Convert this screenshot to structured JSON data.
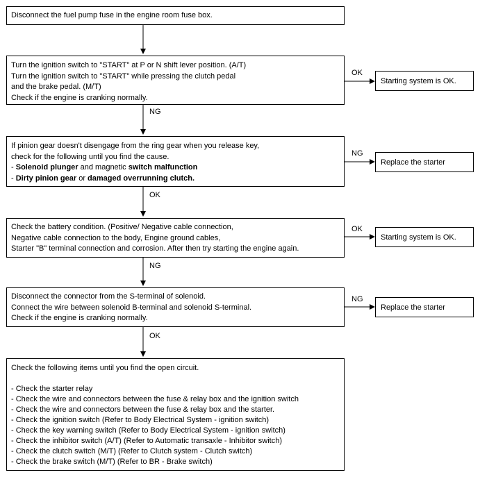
{
  "steps": {
    "s1": {
      "lines": [
        "Disconnect the fuel pump fuse in the engine room fuse box."
      ]
    },
    "s2": {
      "lines": [
        "Turn the ignition switch to \"START\" at P or N shift lever position. (A/T)",
        "Turn the ignition switch to \"START\" while pressing the clutch pedal",
        "and the brake pedal. (M/T)",
        "Check if the engine is cranking normally."
      ]
    },
    "s3": {
      "line1": "If pinion gear doesn't disengage from the ring gear when you release key,",
      "line2": "check for the following until you find the cause.",
      "line3": {
        "prefix": "- ",
        "bold1": "Solenoid plunger",
        "mid": " and magnetic ",
        "bold2": "switch malfunction"
      },
      "line4": {
        "prefix": "- ",
        "bold1": "Dirty pinion gear",
        "mid": " or ",
        "bold2": "damaged overrunning clutch."
      }
    },
    "s4": {
      "lines": [
        "Check the battery condition. (Positive/ Negative cable connection,",
        "Negative cable connection to the body, Engine ground cables,",
        "Starter \"B\" terminal connection and corrosion. After then try starting the engine again."
      ]
    },
    "s5": {
      "lines": [
        "Disconnect the connector from the S-terminal of solenoid.",
        "Connect the wire between solenoid B-terminal and solenoid S-terminal.",
        "Check if the engine is cranking normally."
      ]
    },
    "s6": {
      "intro": "Check the following items until you find the open circuit.",
      "items": [
        "- Check the starter relay",
        "- Check the wire and connectors between the fuse & relay box and the ignition switch",
        "- Check the wire and connectors between the fuse & relay box and the starter.",
        "- Check the ignition switch (Refer to Body Electrical System - ignition switch)",
        "- Check the key warning switch (Refer to Body Electrical System - ignition switch)",
        "- Check the inhibitor switch (A/T) (Refer to Automatic transaxle - Inhibitor switch)",
        "- Check the clutch switch (M/T) (Refer to Clutch system - Clutch switch)",
        "- Check the brake switch (M/T) (Refer to BR - Brake switch)"
      ]
    }
  },
  "side_results": {
    "r2": "Starting system is OK.",
    "r3": "Replace the starter",
    "r4": "Starting system is OK.",
    "r5": "Replace the starter"
  },
  "labels": {
    "down_2_3": "NG",
    "down_3_4": "OK",
    "down_4_5": "NG",
    "down_5_6": "OK",
    "side_2": "OK",
    "side_3": "NG",
    "side_4": "OK",
    "side_5": "NG"
  }
}
